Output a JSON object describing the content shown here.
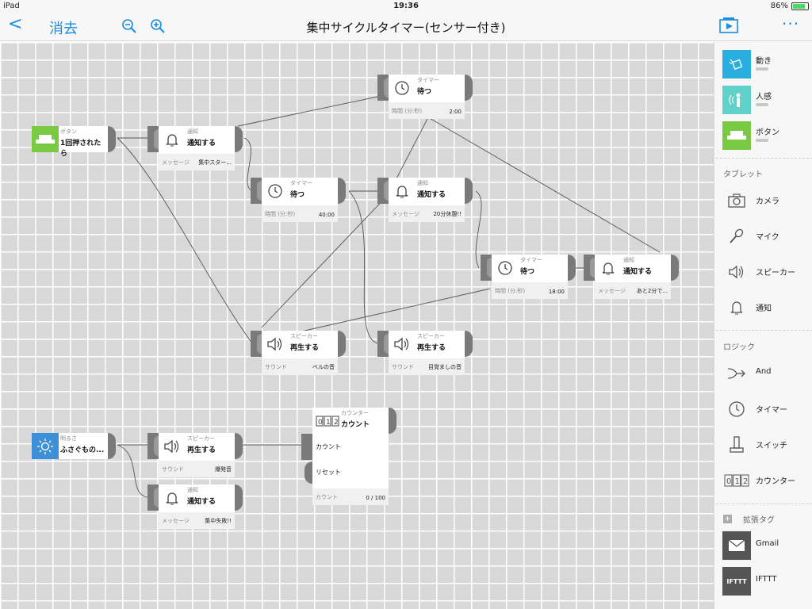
{
  "status": {
    "device": "iPad",
    "time": "19:36",
    "battery": "86%",
    "battery_level": 0.86
  },
  "nav": {
    "back": "<",
    "delete": "消去",
    "title": "集中サイクルタイマー(センサー付き)",
    "more": "···"
  },
  "blocks": {
    "button1": {
      "cat": "ボタン",
      "name": "1回押されたら"
    },
    "notify1": {
      "cat": "通知",
      "name": "通知する",
      "flabel": "メッセージ",
      "fval": "集中スター..."
    },
    "timer_top": {
      "cat": "タイマー",
      "name": "待つ",
      "flabel": "時間 (分:秒)",
      "fval": "2:00"
    },
    "timer40": {
      "cat": "タイマー",
      "name": "待つ",
      "flabel": "時間 (分:秒)",
      "fval": "40:00"
    },
    "notify20": {
      "cat": "通知",
      "name": "通知する",
      "flabel": "メッセージ",
      "fval": "20分休憩!!"
    },
    "timer18": {
      "cat": "タイマー",
      "name": "待つ",
      "flabel": "時間 (分:秒)",
      "fval": "18:00"
    },
    "notify2m": {
      "cat": "通知",
      "name": "通知する",
      "flabel": "メッセージ",
      "fval": "あと2分で..."
    },
    "speaker_bell": {
      "cat": "スピーカー",
      "name": "再生する",
      "flabel": "サウンド",
      "fval": "ベルの音"
    },
    "speaker_alarm": {
      "cat": "スピーカー",
      "name": "再生する",
      "flabel": "サウンド",
      "fval": "目覚ましの音"
    },
    "light": {
      "cat": "明るさ",
      "name": "ふさぐもの..."
    },
    "speaker_blast": {
      "cat": "スピーカー",
      "name": "再生する",
      "flabel": "サウンド",
      "fval": "爆発音"
    },
    "counter": {
      "cat": "カウンター",
      "name": "カウント",
      "in1": "カウント",
      "in2": "リセット",
      "flabel": "カウント",
      "fval": "0 / 100"
    },
    "notify_fail": {
      "cat": "通知",
      "name": "通知する",
      "flabel": "メッセージ",
      "fval": "集中失敗!!"
    }
  },
  "sidebar": {
    "sensors": [
      {
        "label": "動き",
        "color": "#2aaee0"
      },
      {
        "label": "人感",
        "color": "#5fd1c8"
      },
      {
        "label": "ボタン",
        "color": "#7ac943"
      }
    ],
    "tablet_title": "タブレット",
    "tablet": [
      {
        "label": "カメラ",
        "icon": "camera-icon"
      },
      {
        "label": "マイク",
        "icon": "microphone-icon"
      },
      {
        "label": "スピーカー",
        "icon": "speaker-icon"
      },
      {
        "label": "通知",
        "icon": "bell-icon"
      }
    ],
    "logic_title": "ロジック",
    "logic": [
      {
        "label": "And",
        "icon": "and-merge-icon"
      },
      {
        "label": "タイマー",
        "icon": "clock-icon"
      },
      {
        "label": "スイッチ",
        "icon": "switch-icon"
      },
      {
        "label": "カウンター",
        "icon": "counter-icon"
      }
    ],
    "ext_title": "拡張タグ",
    "ext": [
      {
        "label": "Gmail",
        "icon": "mail-icon"
      },
      {
        "label": "IFTTT",
        "icon": "ifttt-icon",
        "badge": "IFTTT"
      }
    ]
  },
  "colors": {
    "accent": "#1a8de0",
    "button_green": "#7ac943",
    "light_blue": "#3d8fd8"
  }
}
